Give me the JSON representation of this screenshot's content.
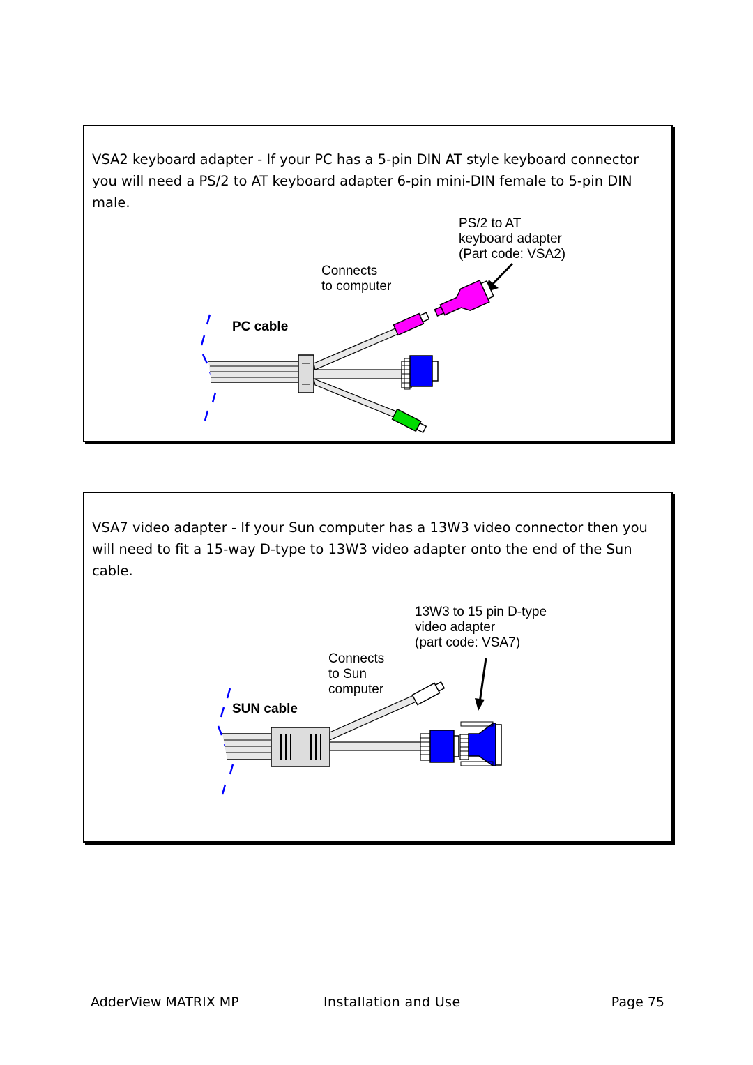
{
  "box1": {
    "text": "VSA2 keyboard adapter - If your PC has a 5-pin DIN AT style keyboard connector you will need a PS/2 to AT keyboard adapter 6-pin mini-DIN female to 5-pin DIN male.",
    "adapter_label": [
      "PS/2 to AT",
      "keyboard adapter",
      "(Part code: VSA2)"
    ],
    "connects_label": [
      "Connects",
      "to computer"
    ],
    "cable_label": "PC cable"
  },
  "box2": {
    "text": "VSA7 video adapter - If your Sun computer has a 13W3 video connector then you will need to fit a 15-way D-type to 13W3 video adapter onto the end of the Sun cable.",
    "adapter_label": [
      "13W3 to 15 pin D-type",
      "video adapter",
      "(part code: VSA7)"
    ],
    "connects_label": [
      "Connects",
      "to Sun",
      "computer"
    ],
    "cable_label": "SUN cable"
  },
  "footer": {
    "left": "AdderView MATRIX MP",
    "center": "Installation and Use",
    "right": "Page 75"
  },
  "colors": {
    "keyboard_connector": "#ff00ff",
    "mouse_connector": "#00dd00",
    "video_connector": "#0000ff",
    "break_marks": "#0000ff"
  }
}
